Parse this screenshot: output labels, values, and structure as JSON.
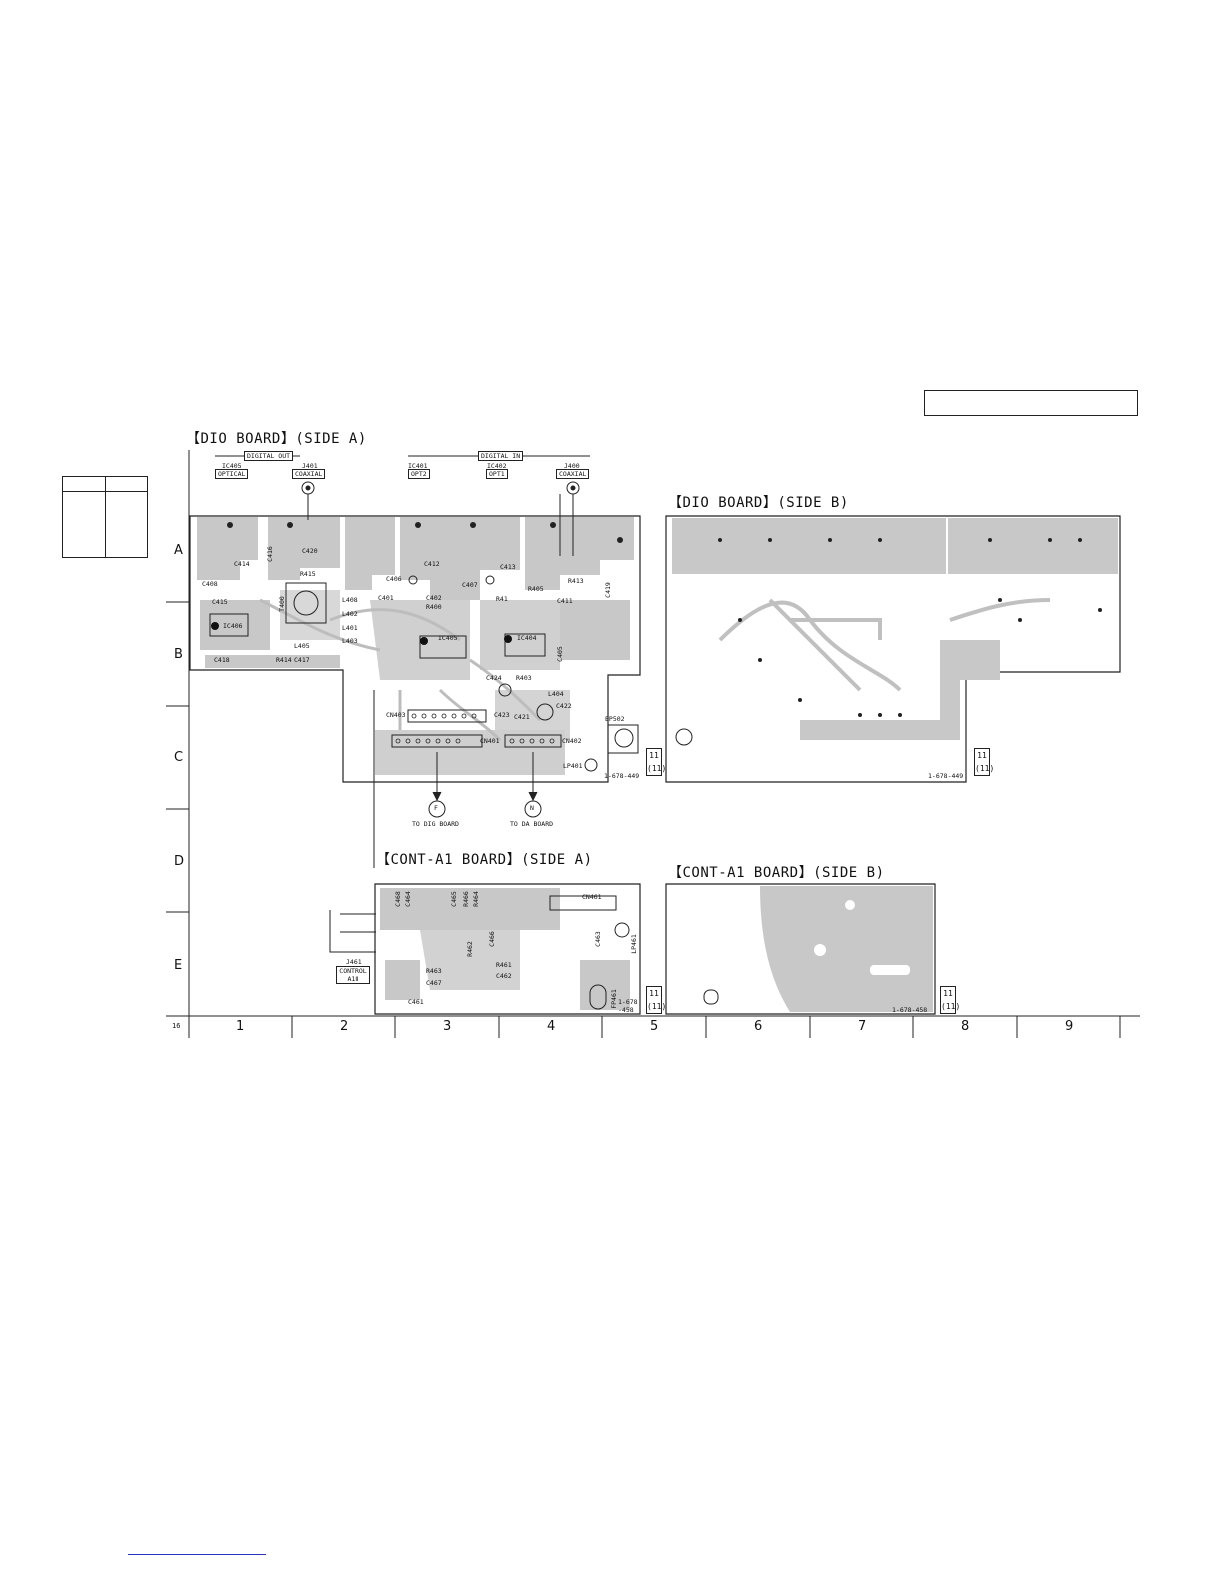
{
  "page_number": "16",
  "row_labels": [
    "A",
    "B",
    "C",
    "D",
    "E"
  ],
  "column_labels": [
    "1",
    "2",
    "3",
    "4",
    "5",
    "6",
    "7",
    "8",
    "9"
  ],
  "boards": {
    "dig_side_a": "【DIO BOARD】(SIDE A)",
    "dig_side_b": "【DIO BOARD】(SIDE B)",
    "cont_side_a": "【CONT-A1 BOARD】(SIDE A)",
    "cont_side_b": "【CONT-A1 BOARD】(SIDE B)"
  },
  "groups": {
    "digital_out": "DIGITAL OUT",
    "digital_in": "DIGITAL IN"
  },
  "jacks": {
    "ic405_ref": "IC405",
    "ic405_name": "OPTICAL",
    "j401_ref": "J401",
    "j401_name": "COAXIAL",
    "ic401_ref": "IC401",
    "ic401_name": "OPT2",
    "ic402_ref": "IC402",
    "ic402_name": "OPT1",
    "j400_ref": "J400",
    "j400_name": "COAXIAL",
    "j461_ref": "J461",
    "j461_name": "CONTROL A1Ⅱ"
  },
  "connectors": {
    "f_letter": "F",
    "f_label": "TO DIG BOARD",
    "n_letter": "N",
    "n_label": "TO DA BOARD"
  },
  "part_numbers": {
    "dio_a": "1-678-449",
    "dio_b": "1-678-449",
    "cont_a": "1-678\n-458",
    "cont_b": "1-678-458"
  },
  "ref_boxes": {
    "top": "11",
    "bottom": "(11)"
  },
  "components": {
    "c414": "C414",
    "c420": "C420",
    "c416": "C416",
    "c408": "C408",
    "c415": "C415",
    "r415": "R415",
    "ic406": "IC406",
    "t400": "T400",
    "l405": "L405",
    "c418": "C418",
    "r414": "R414",
    "c417": "C417",
    "c406": "C406",
    "c412": "C412",
    "c401": "C401",
    "c402": "C402",
    "r400": "R400",
    "ic405": "IC405",
    "c407": "C407",
    "c413": "C413",
    "r405": "R405",
    "r41": "R41",
    "ic404": "IC404",
    "r413": "R413",
    "c411": "C411",
    "c419": "C419",
    "r403": "R403",
    "l404": "L404",
    "c422": "C422",
    "c421": "C421",
    "c424": "C424",
    "c423": "C423",
    "cn403": "CN403",
    "cn401": "CN401",
    "cn402": "CN402",
    "ep502": "EP502",
    "lp401": "LP401",
    "l408": "L408",
    "l402": "L402",
    "l401": "L401",
    "l403": "L403",
    "c405": "C405",
    "c468": "C468",
    "c464": "C464",
    "c465": "C465",
    "r466": "R466",
    "r464": "R464",
    "cn461": "CN461",
    "c466": "C466",
    "r462": "R462",
    "r461": "R461",
    "r463": "R463",
    "c462": "C462",
    "c467": "C467",
    "c461": "C461",
    "c463": "C463",
    "fp461": "FP461",
    "lp461": "LP461"
  }
}
